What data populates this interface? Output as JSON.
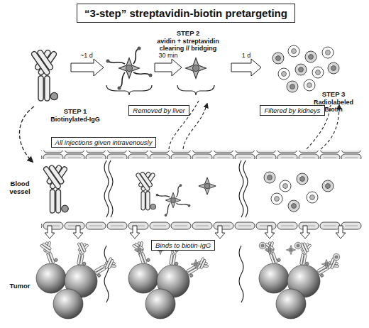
{
  "diagram": {
    "title": "“3-step” streptavidin-biotin pretargeting",
    "nodes": [
      {
        "text": [
          "“3-step” streptavidin-biotin pretargeting"
        ]
      },
      {
        "text": [
          "All injections given intravenously"
        ]
      },
      {
        "text": [
          "Removed by liver"
        ]
      },
      {
        "text": [
          "Filtered by kidneys"
        ]
      },
      {
        "text": [
          "Binds to biotin-IgG"
        ]
      }
    ],
    "labels": [
      "STEP 2",
      "avidin + streptavidin clearing // bridging",
      "~1 d",
      "30 min",
      "1 d",
      "STEP 1",
      "Biotinylated-IgG",
      "STEP 3",
      "Radiolabeled Biotin",
      "Blood vessel",
      "Tumor"
    ]
  }
}
